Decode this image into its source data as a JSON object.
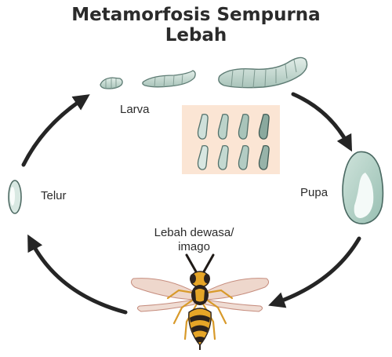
{
  "diagram": {
    "title_lines": [
      "Metamorfosis Sempurna",
      "Lebah"
    ],
    "stages": {
      "egg": "Telur",
      "larva": "Larva",
      "pupa": "Pupa",
      "adult_lines": [
        "Lebah dewasa/",
        "imago"
      ]
    }
  },
  "colors": {
    "text": "#2b2b2b",
    "arrow": "#252525",
    "larva_fill": "#c9dcd5",
    "larva_stroke": "#5e7c74",
    "panel_bg": "#fbe5d4",
    "pupa_fill": "#b5d4c9",
    "bee_yellow": "#e6a527",
    "bee_dark": "#2b221d",
    "wing_fill": "#eed7cc"
  },
  "icons": [
    "egg-icon",
    "larva-icon",
    "pupa-icon",
    "bee-icon",
    "cycle-arrow-icon"
  ]
}
